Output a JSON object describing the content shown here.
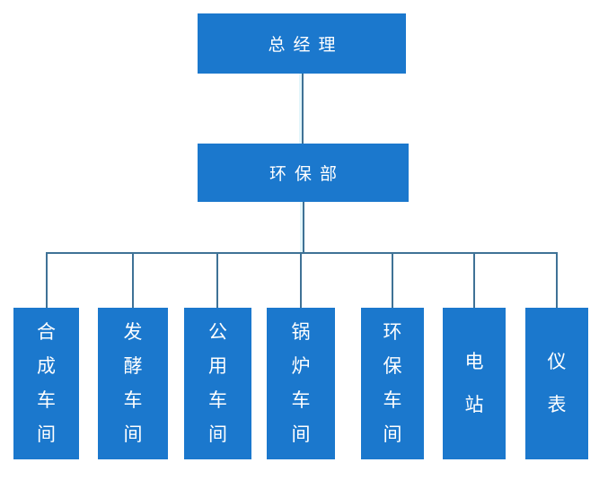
{
  "org_chart": {
    "title": "environmental-protection-org-chart",
    "root": {
      "label": "总经理"
    },
    "middle": {
      "label": "环保部"
    },
    "departments": [
      {
        "label": "合成车间"
      },
      {
        "label": "发酵车间"
      },
      {
        "label": "公用车间"
      },
      {
        "label": "锅炉车间"
      },
      {
        "label": "环保车间"
      },
      {
        "label": "电站"
      },
      {
        "label": "仪表"
      }
    ],
    "colors": {
      "box_fill": "#1b78cd",
      "connector_line": "#3f7296",
      "text": "#ffffff",
      "background": "#ffffff"
    }
  }
}
